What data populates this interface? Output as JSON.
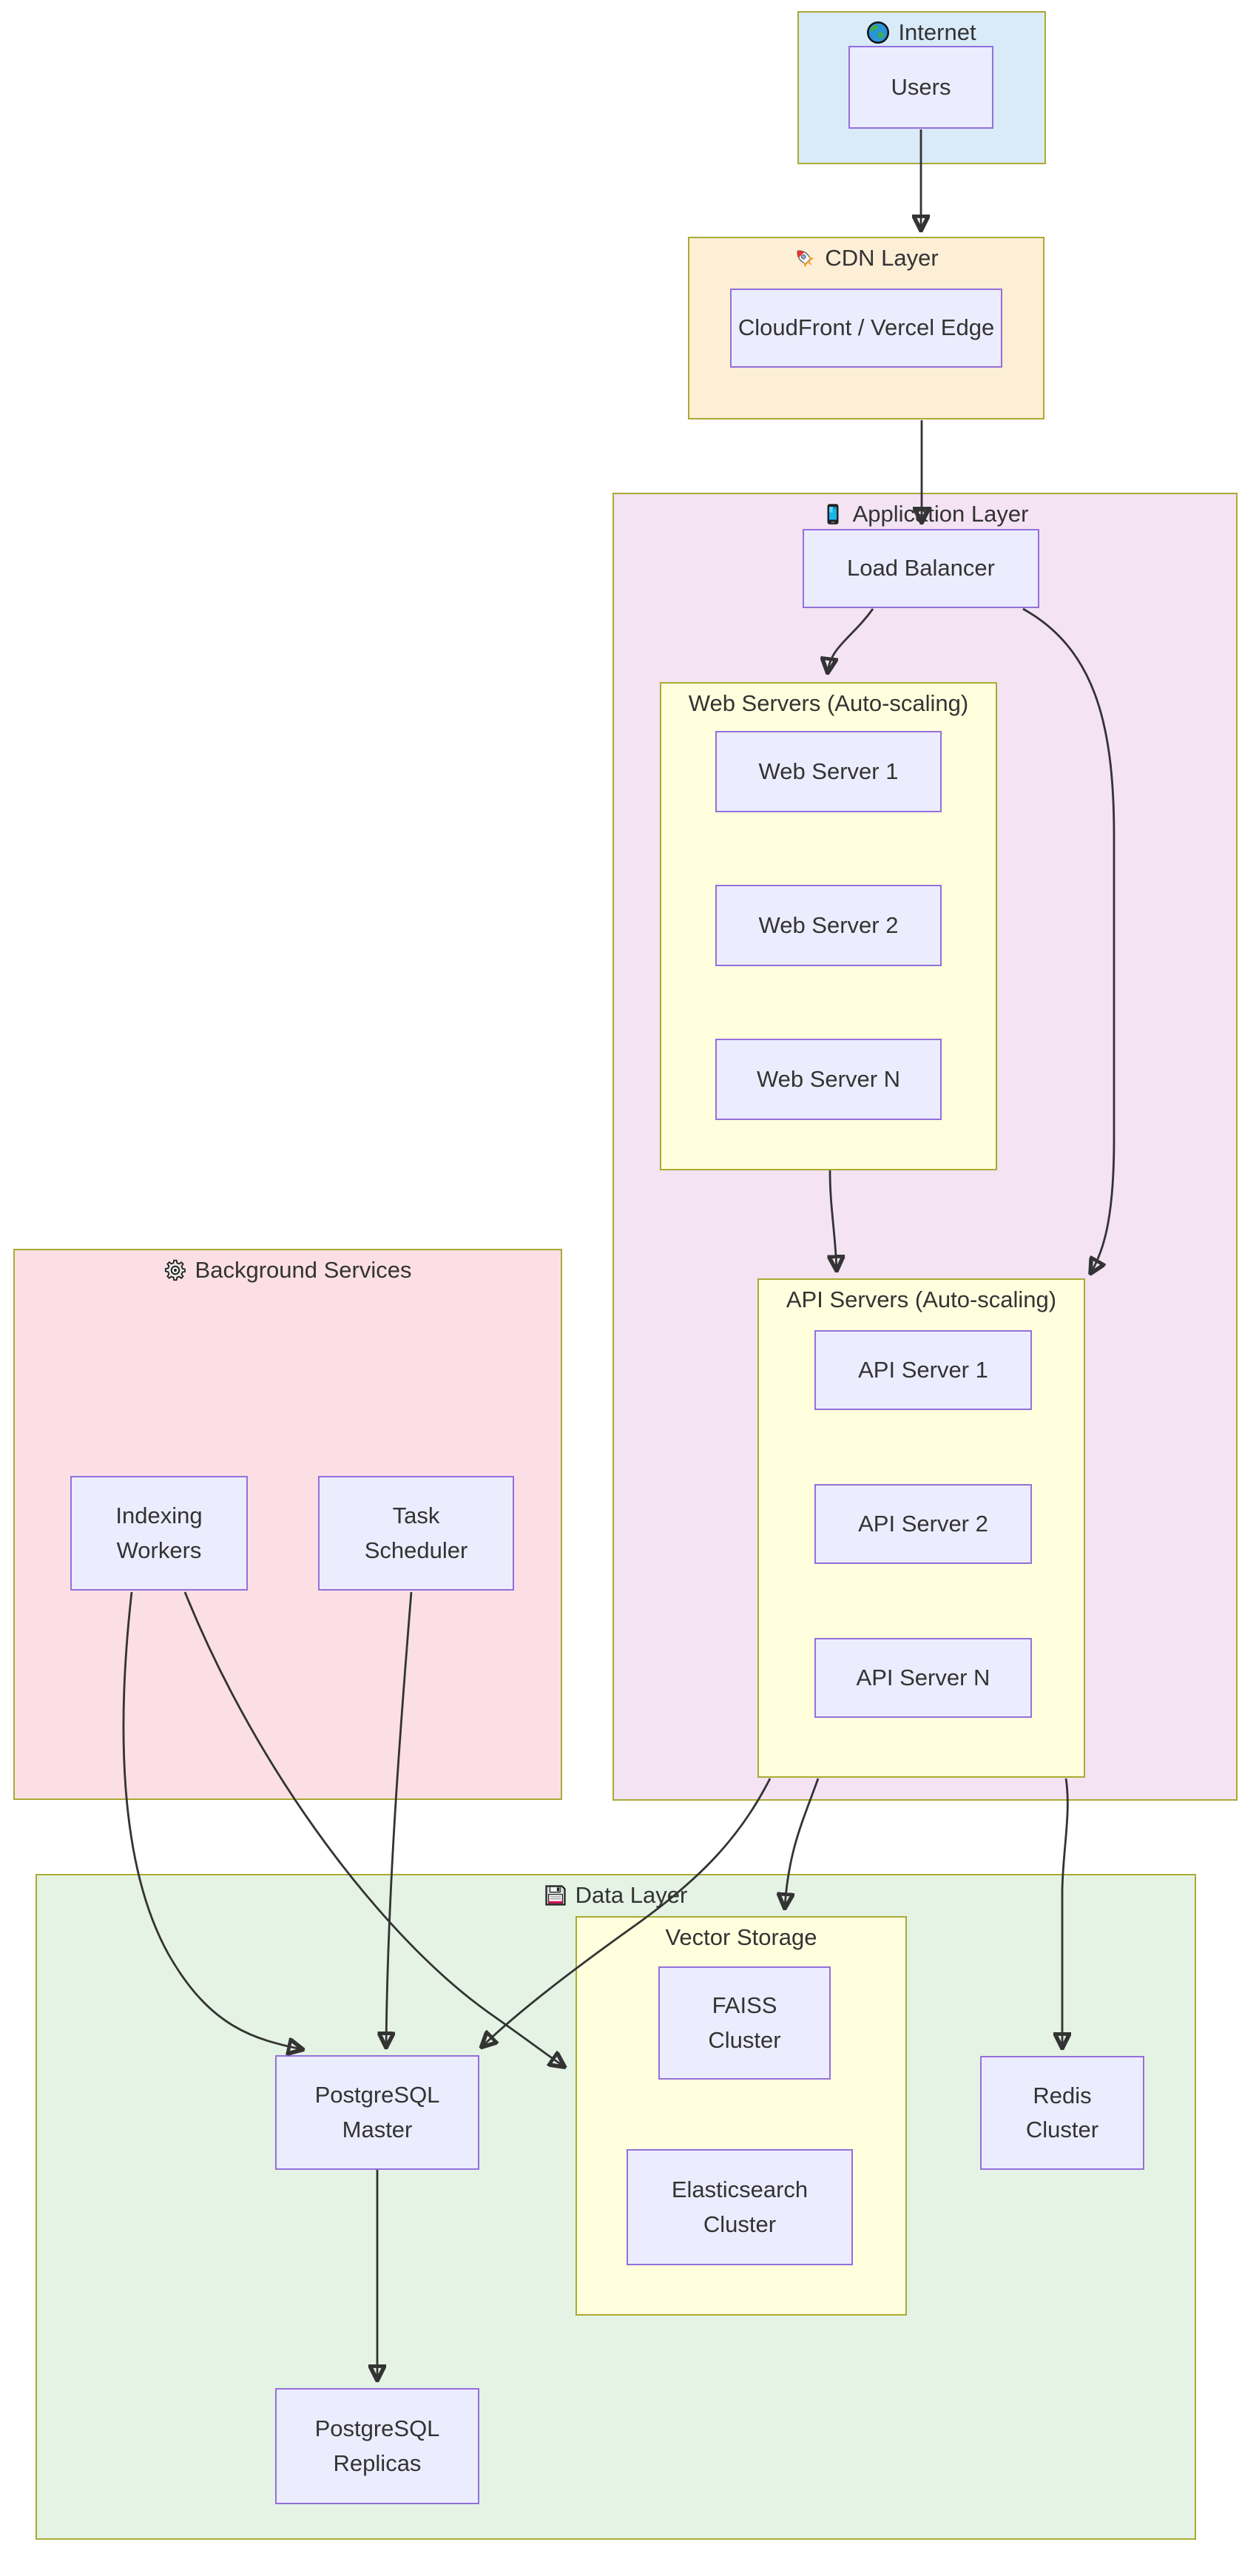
{
  "diagram": {
    "title": "System architecture flowchart",
    "groups": {
      "internet": {
        "title": "Internet",
        "icon": "globe"
      },
      "cdn": {
        "title": "CDN Layer",
        "icon": "rocket"
      },
      "app": {
        "title": "Application Layer",
        "icon": "mobile-phone"
      },
      "web": {
        "title": "Web Servers (Auto-scaling)"
      },
      "api": {
        "title": "API Servers (Auto-scaling)"
      },
      "bg": {
        "title": "Background Services",
        "icon": "gear"
      },
      "data": {
        "title": "Data Layer",
        "icon": "floppy-disk"
      },
      "vector": {
        "title": "Vector Storage"
      }
    },
    "nodes": {
      "users": {
        "label": "Users"
      },
      "cloudfront": {
        "label": "CloudFront / Vercel Edge"
      },
      "lb": {
        "label": "Load Balancer"
      },
      "ws1": {
        "label": "Web Server 1"
      },
      "ws2": {
        "label": "Web Server 2"
      },
      "wsn": {
        "label": "Web Server N"
      },
      "api1": {
        "label": "API Server 1"
      },
      "api2": {
        "label": "API Server 2"
      },
      "apin": {
        "label": "API Server N"
      },
      "iw": {
        "label": "Indexing Workers"
      },
      "ts": {
        "label": "Task Scheduler"
      },
      "pgm": {
        "label": "PostgreSQL Master"
      },
      "pgr": {
        "label": "PostgreSQL Replicas"
      },
      "faiss": {
        "label": "FAISS Cluster"
      },
      "es": {
        "label": "Elasticsearch Cluster"
      },
      "redis": {
        "label": "Redis Cluster"
      }
    },
    "edges": [
      {
        "from": "Users",
        "to": "CDN Layer"
      },
      {
        "from": "CDN Layer",
        "to": "Load Balancer"
      },
      {
        "from": "Load Balancer",
        "to": "Web Servers (Auto-scaling)"
      },
      {
        "from": "Load Balancer",
        "to": "API Servers (Auto-scaling)"
      },
      {
        "from": "Web Servers (Auto-scaling)",
        "to": "API Servers (Auto-scaling)"
      },
      {
        "from": "Indexing Workers",
        "to": "PostgreSQL Master"
      },
      {
        "from": "Indexing Workers",
        "to": "Vector Storage"
      },
      {
        "from": "Task Scheduler",
        "to": "PostgreSQL Master"
      },
      {
        "from": "API Servers (Auto-scaling)",
        "to": "PostgreSQL Master"
      },
      {
        "from": "API Servers (Auto-scaling)",
        "to": "Vector Storage"
      },
      {
        "from": "API Servers (Auto-scaling)",
        "to": "Redis Cluster"
      },
      {
        "from": "PostgreSQL Master",
        "to": "PostgreSQL Replicas"
      }
    ],
    "colors": {
      "internet_fill": "#d9eaf8",
      "cdn_fill": "#fdeed6",
      "app_fill": "#f3e3f3",
      "cluster_yellow": "#ffffde",
      "bg_services_fill": "#fbdfe5",
      "data_fill": "#e4f3e4",
      "node_fill": "#ececff",
      "node_border": "#9370db",
      "group_border": "#aaaa33",
      "edge_color": "#333333",
      "text_color": "#333333"
    }
  }
}
